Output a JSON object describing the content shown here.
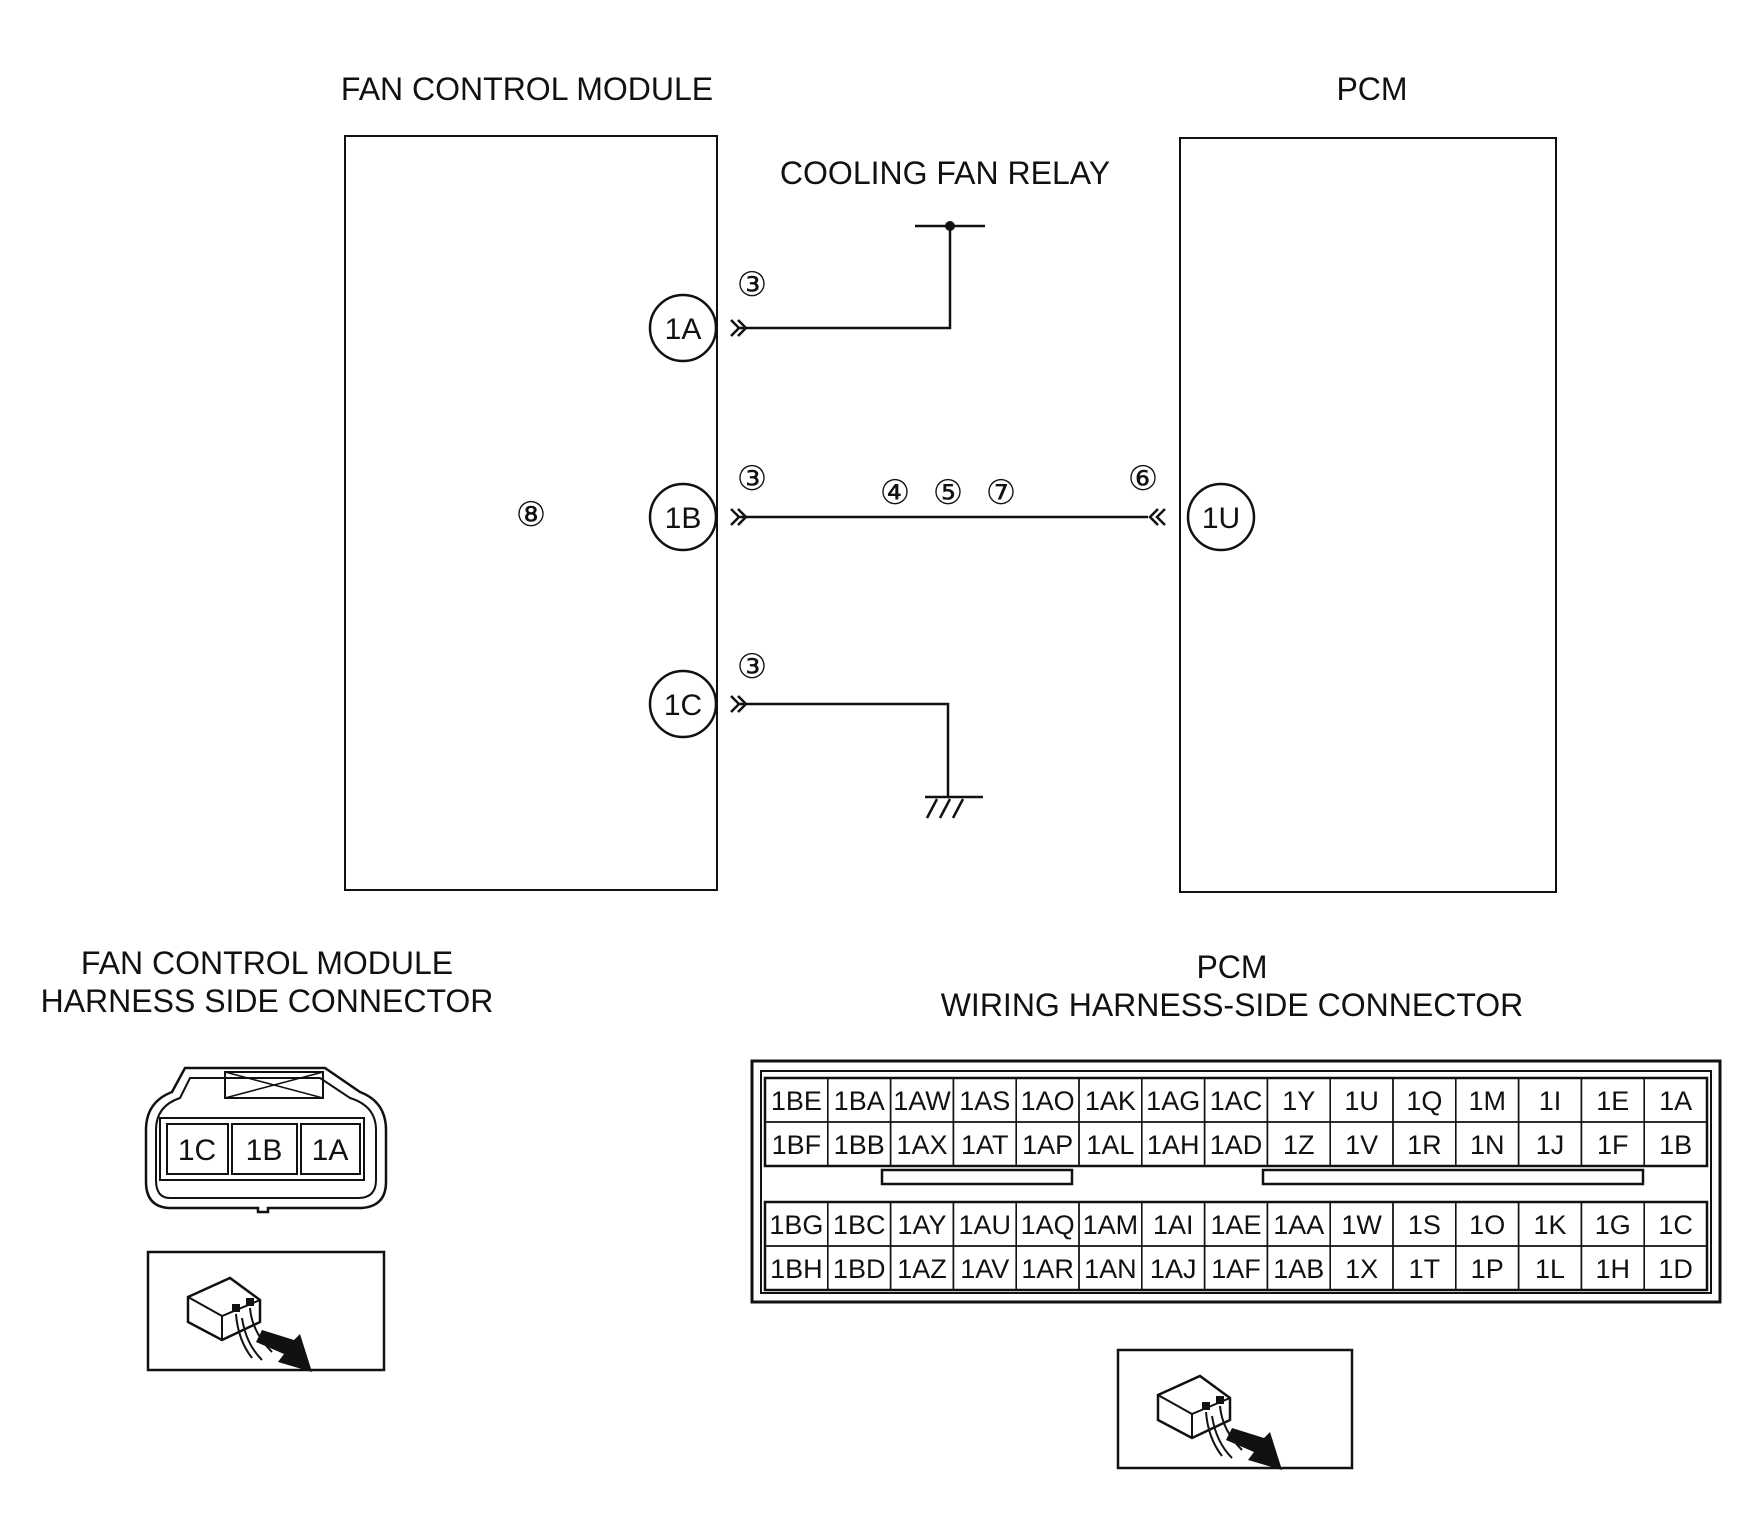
{
  "labels": {
    "fan_control_module": "FAN CONTROL MODULE",
    "pcm": "PCM",
    "cooling_fan_relay": "COOLING FAN RELAY",
    "fcm_connector_line1": "FAN CONTROL MODULE",
    "fcm_connector_line2": "HARNESS SIDE CONNECTOR",
    "pcm_connector_line1": "PCM",
    "pcm_connector_line2": "WIRING HARNESS-SIDE CONNECTOR"
  },
  "terminals": {
    "fcm_1a": "1A",
    "fcm_1b": "1B",
    "fcm_1c": "1C",
    "pcm_1u": "1U"
  },
  "step_markers": {
    "step_3_a": "③",
    "step_3_b": "③",
    "step_3_c": "③",
    "step_4": "④",
    "step_5": "⑤",
    "step_7": "⑦",
    "step_6": "⑥",
    "step_8": "⑧"
  },
  "fcm_connector_pins": [
    "1C",
    "1B",
    "1A"
  ],
  "pcm_connector": {
    "upper_rows": [
      [
        "1BE",
        "1BA",
        "1AW",
        "1AS",
        "1AO",
        "1AK",
        "1AG",
        "1AC",
        "1Y",
        "1U",
        "1Q",
        "1M",
        "1I",
        "1E",
        "1A"
      ],
      [
        "1BF",
        "1BB",
        "1AX",
        "1AT",
        "1AP",
        "1AL",
        "1AH",
        "1AD",
        "1Z",
        "1V",
        "1R",
        "1N",
        "1J",
        "1F",
        "1B"
      ]
    ],
    "lower_rows": [
      [
        "1BG",
        "1BC",
        "1AY",
        "1AU",
        "1AQ",
        "1AM",
        "1AI",
        "1AE",
        "1AA",
        "1W",
        "1S",
        "1O",
        "1K",
        "1G",
        "1C"
      ],
      [
        "1BH",
        "1BD",
        "1AZ",
        "1AV",
        "1AR",
        "1AN",
        "1AJ",
        "1AF",
        "1AB",
        "1X",
        "1T",
        "1P",
        "1L",
        "1H",
        "1D"
      ]
    ]
  }
}
